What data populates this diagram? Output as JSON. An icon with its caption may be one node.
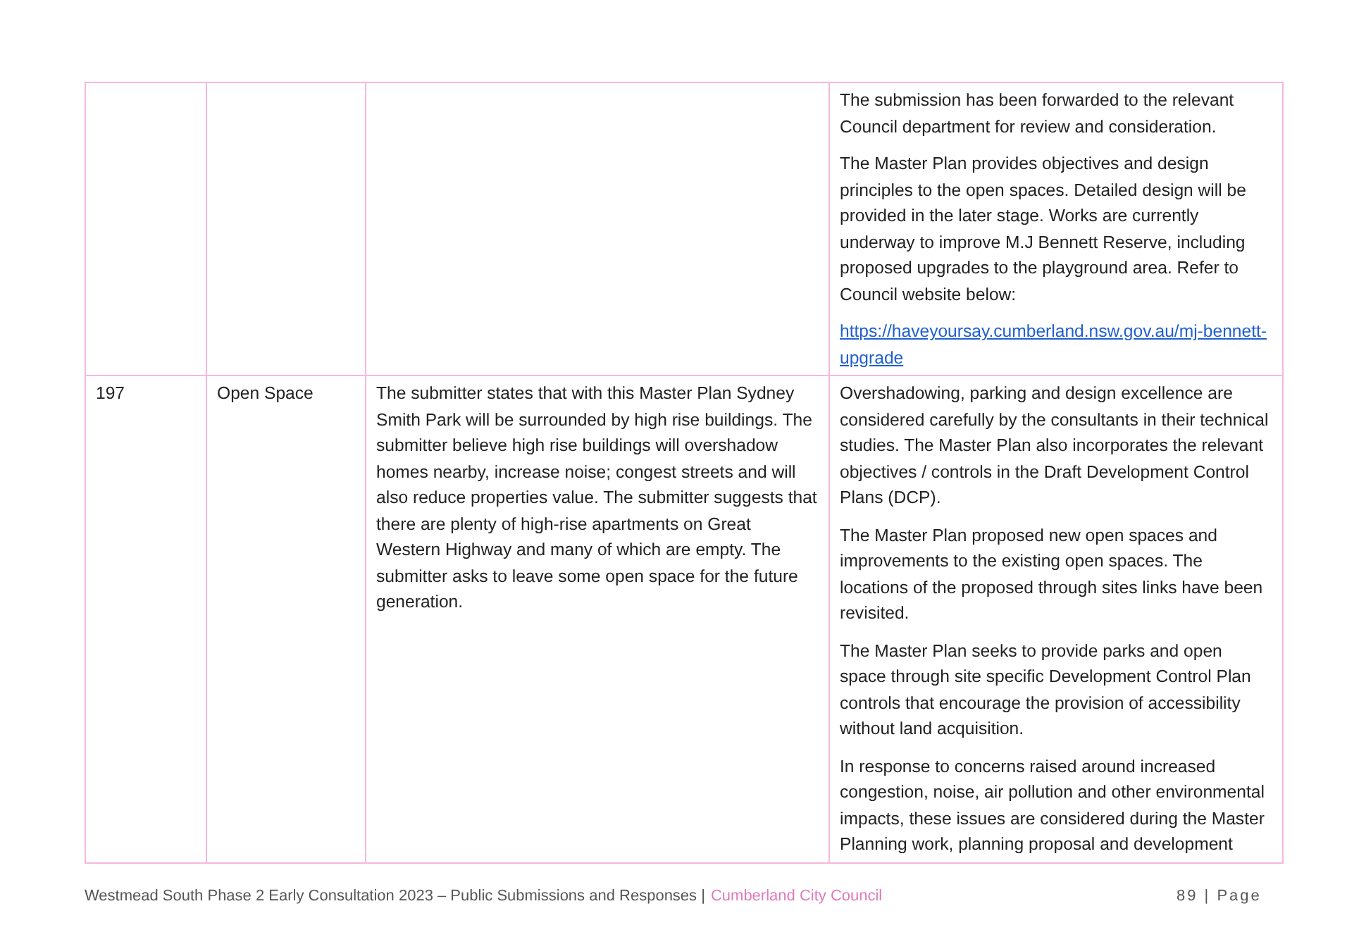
{
  "diagram": {
    "labels": [
      "The submission has been forwarded to the relevant Council department for review and consideration.",
      "The Master Plan provides objectives and design principles to the open spaces. Detailed design will be provided in the later stage. Works are currently underway to improve M.J Bennett Reserve, including proposed upgrades to the playground area. Refer to Council website below:",
      "https://haveyoursay.cumberland.nsw.gov.au/mj-bennett-upgrade",
      "197",
      "Open Space",
      "The submitter states that with this Master Plan Sydney Smith Park will be surrounded by high rise buildings. The submitter believe high rise buildings will overshadow homes nearby, increase noise; congest streets and will also reduce properties value. The submitter suggests that there are plenty of high-rise apartments on Great Western Highway and many of which are empty. The submitter asks to leave some open space for the future generation.",
      "Overshadowing, parking and design excellence are considered carefully by the consultants in their technical studies. The Master Plan also incorporates the relevant objectives / controls in the Draft Development Control Plans (DCP).",
      "The Master Plan proposed new open spaces and improvements to the existing open spaces. The locations of the proposed through sites links have been revisited.",
      "The Master Plan seeks to provide parks and open space through site specific Development Control Plan controls that encourage the provision of accessibility without land acquisition.",
      "In response to concerns raised around increased congestion, noise, air pollution and other environmental impacts, these issues are considered during the Master Planning work, planning proposal and development",
      "Westmead South Phase 2 Early Consultation 2023 – Public Submissions and Responses |",
      "Cumberland City Council",
      "89 | Page"
    ]
  }
}
